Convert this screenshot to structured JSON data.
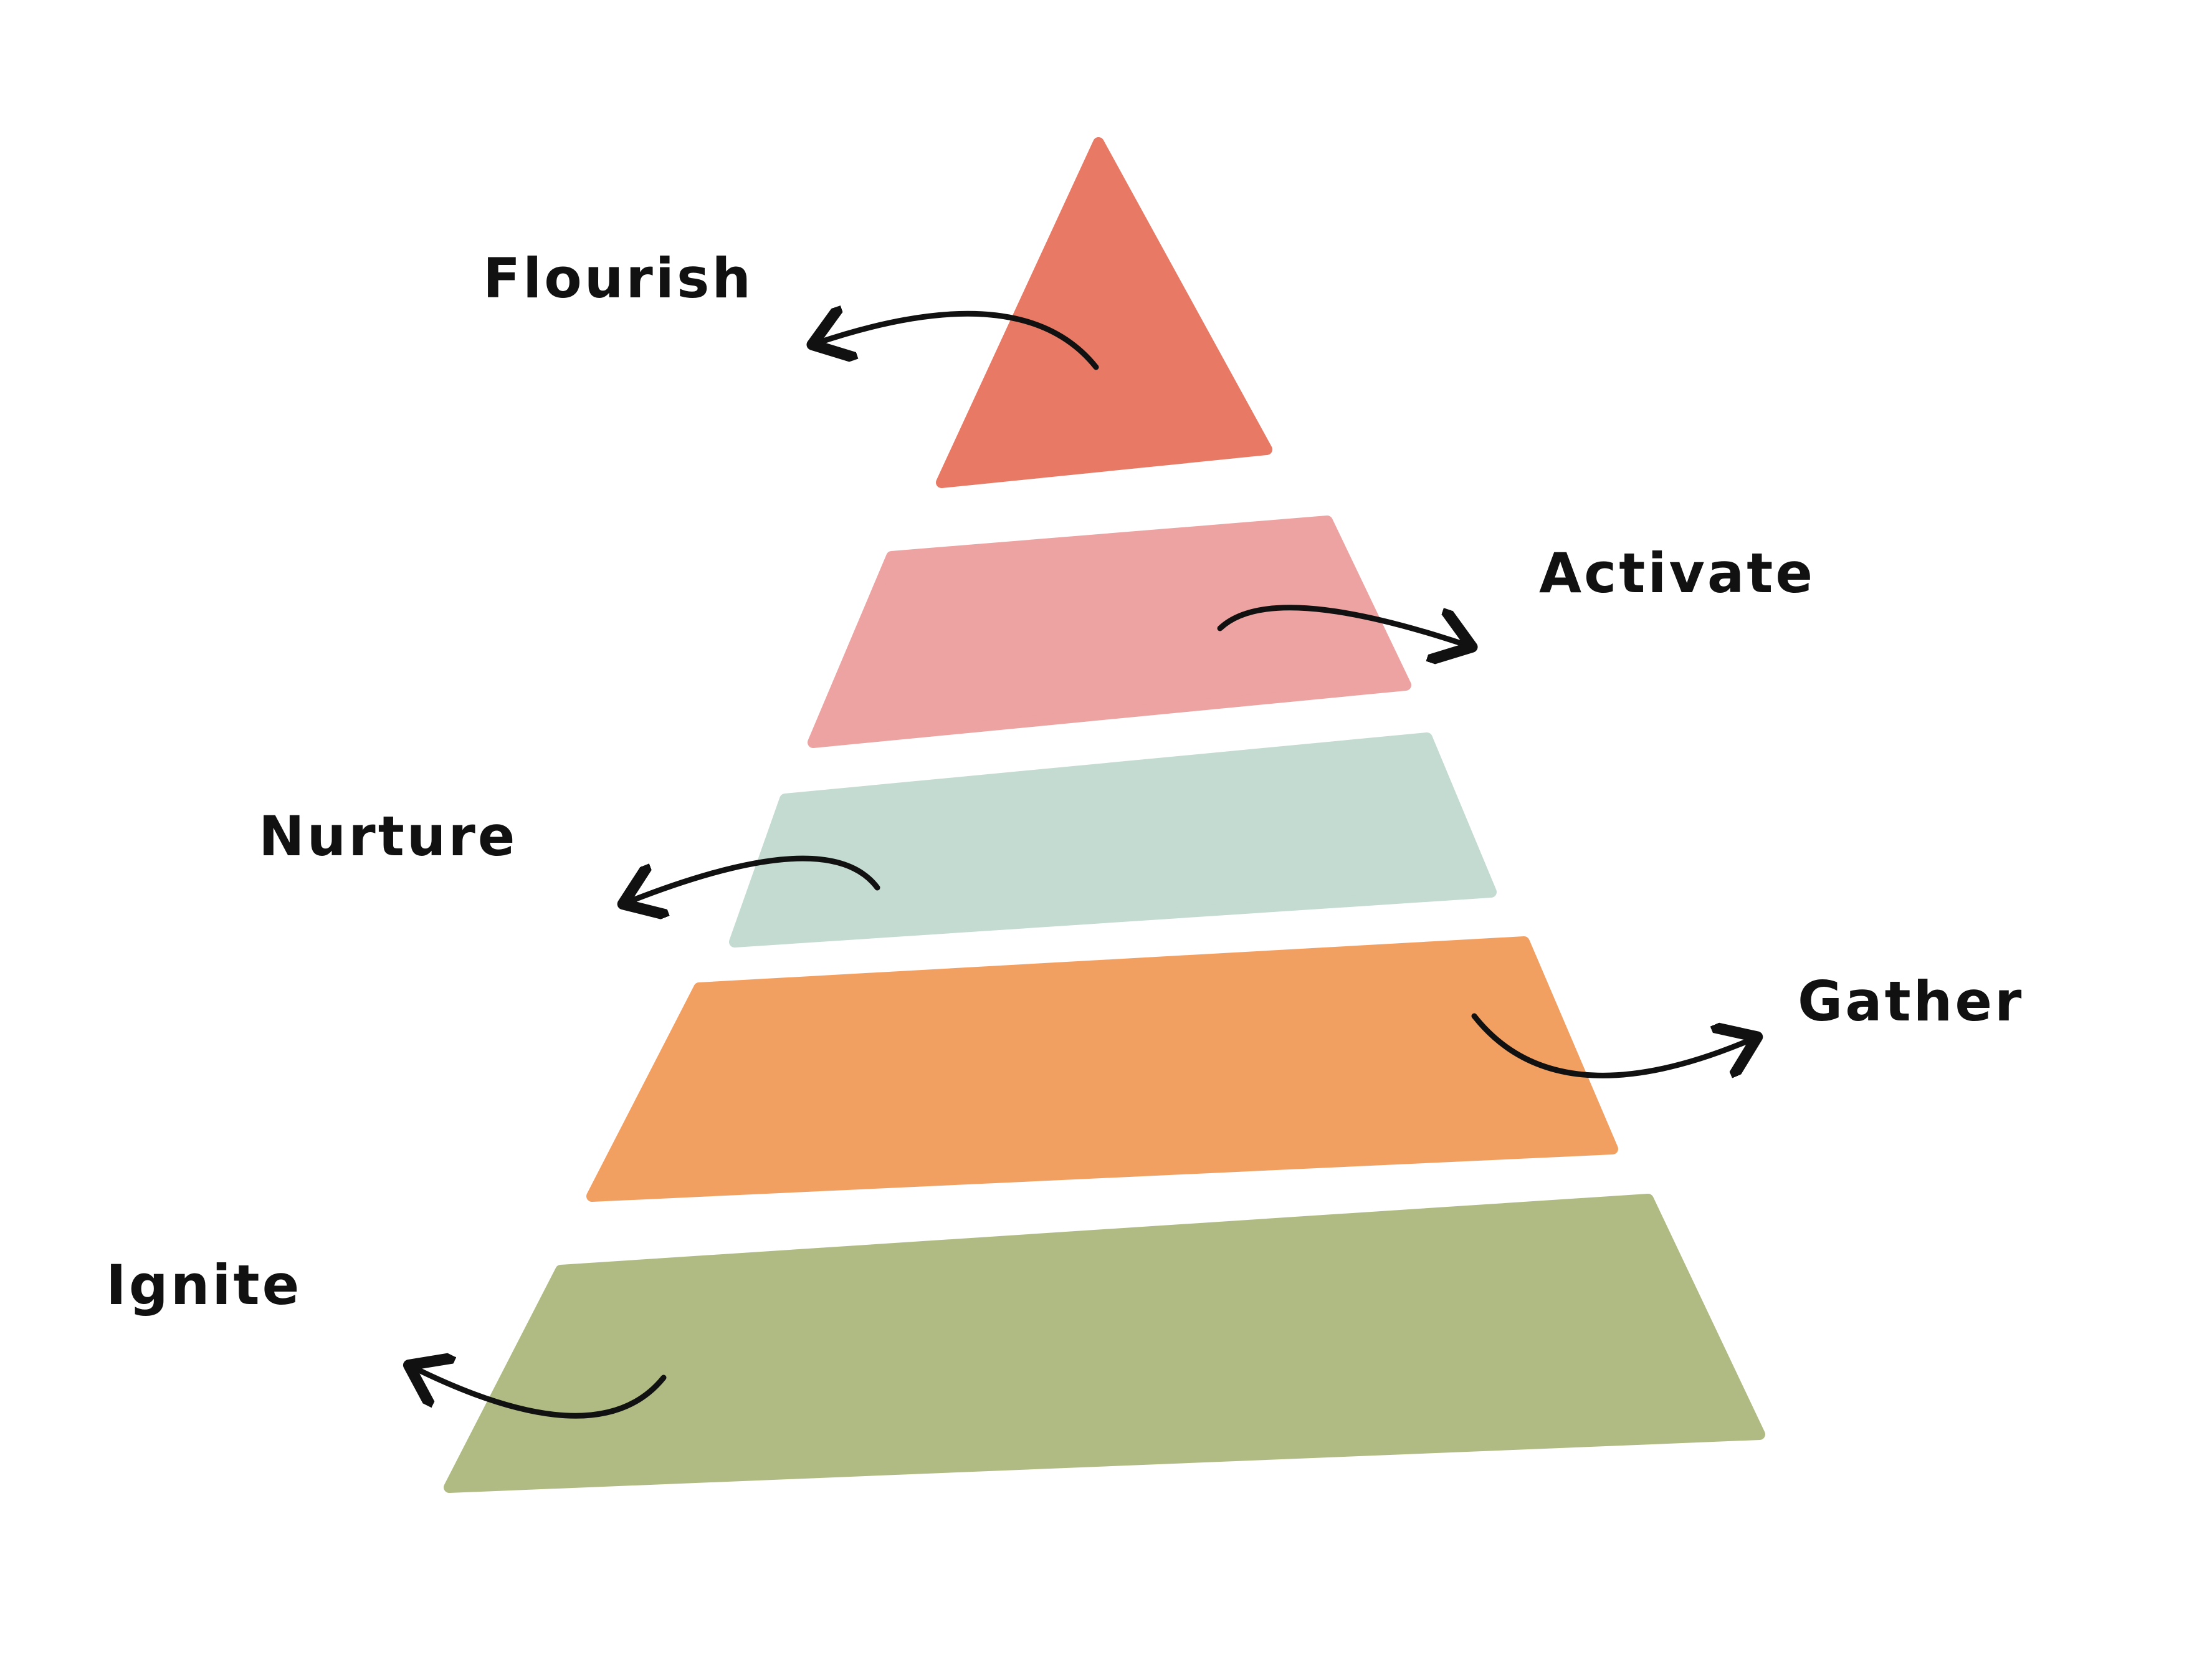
{
  "diagram": {
    "type": "pyramid",
    "levels": [
      {
        "label": "Flourish",
        "color": "#e87a65",
        "arrow_side": "left"
      },
      {
        "label": "Activate",
        "color": "#eca3a1",
        "arrow_side": "right"
      },
      {
        "label": "Nurture",
        "color": "#c3dbd0",
        "arrow_side": "left"
      },
      {
        "label": "Gather",
        "color": "#f29f62",
        "arrow_side": "right"
      },
      {
        "label": "Ignite",
        "color": "#afbb82",
        "arrow_side": "left"
      }
    ],
    "arrow_color": "#111111"
  }
}
